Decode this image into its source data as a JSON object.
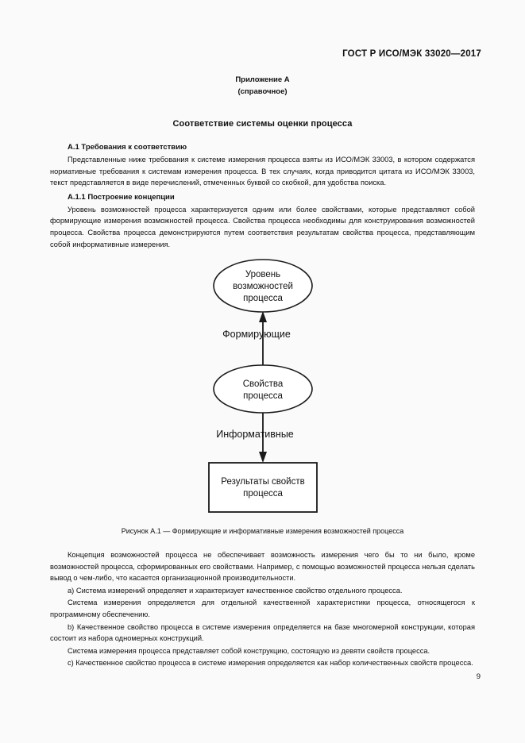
{
  "document": {
    "header": "ГОСТ Р ИСО/МЭК  33020—2017",
    "page_number": "9"
  },
  "appendix": {
    "label": "Приложение А",
    "kind": "(справочное)",
    "title": "Соответствие системы оценки процесса"
  },
  "sections": {
    "a1_heading": "А.1  Требования к соответствию",
    "a1_paragraph": "Представленные ниже требования к системе измерения процесса взяты из ИСО/МЭК 33003, в котором содержатся нормативные требования к системам измерения процесса. В тех случаях, когда приводится цитата из ИСО/МЭК 33003, текст представляется в виде перечислений, отмеченных буквой со скобкой, для удобства поиска.",
    "a11_heading": "А.1.1  Построение концепции",
    "a11_paragraph": "Уровень возможностей процесса характеризуется одним или более свойствами, которые представляют собой формирующие измерения возможностей процесса. Свойства процесса необходимы для конструирования возможностей процесса. Свойства процесса демонстрируются путем соответствия результатам свойства процесса, представляющим собой информативные измерения."
  },
  "figure": {
    "caption": "Рисунок А.1 — Формирующие и информативные измерения возможностей процесса",
    "nodes": {
      "top_ellipse": [
        "Уровень",
        "возможностей",
        "процесса"
      ],
      "middle_ellipse": [
        "Свойства",
        "процесса"
      ],
      "bottom_box": [
        "Результаты свойств",
        "процесса"
      ]
    },
    "edges": {
      "upper_label": "Формирующие",
      "lower_label": "Информативные"
    },
    "colors": {
      "stroke": "#1a1a1a",
      "fill": "#ffffff"
    }
  },
  "body_after_figure": {
    "paragraph_1": "Концепция возможностей процесса не обеспечивает возможность измерения чего бы то ни было, кроме возможностей процесса, сформированных его свойствами. Например, с помощью возможностей процесса нельзя сделать вывод о чем-либо, что касается организационной производительности.",
    "item_a": "a)  Система измерений определяет и характеризует качественное свойство отдельного процесса.",
    "paragraph_2": "Система измерения определяется для отдельной качественной характеристики процесса, относящегося к программному обеспечению.",
    "item_b": "b)  Качественное свойство процесса в системе измерения определяется на базе многомерной конструкции, которая состоит из набора одномерных конструкций.",
    "paragraph_3": "Система измерения процесса представляет собой конструкцию, состоящую из девяти свойств процесса.",
    "item_c": "c)  Качественное свойство процесса в системе измерения определяется как набор количественных свойств процесса."
  }
}
